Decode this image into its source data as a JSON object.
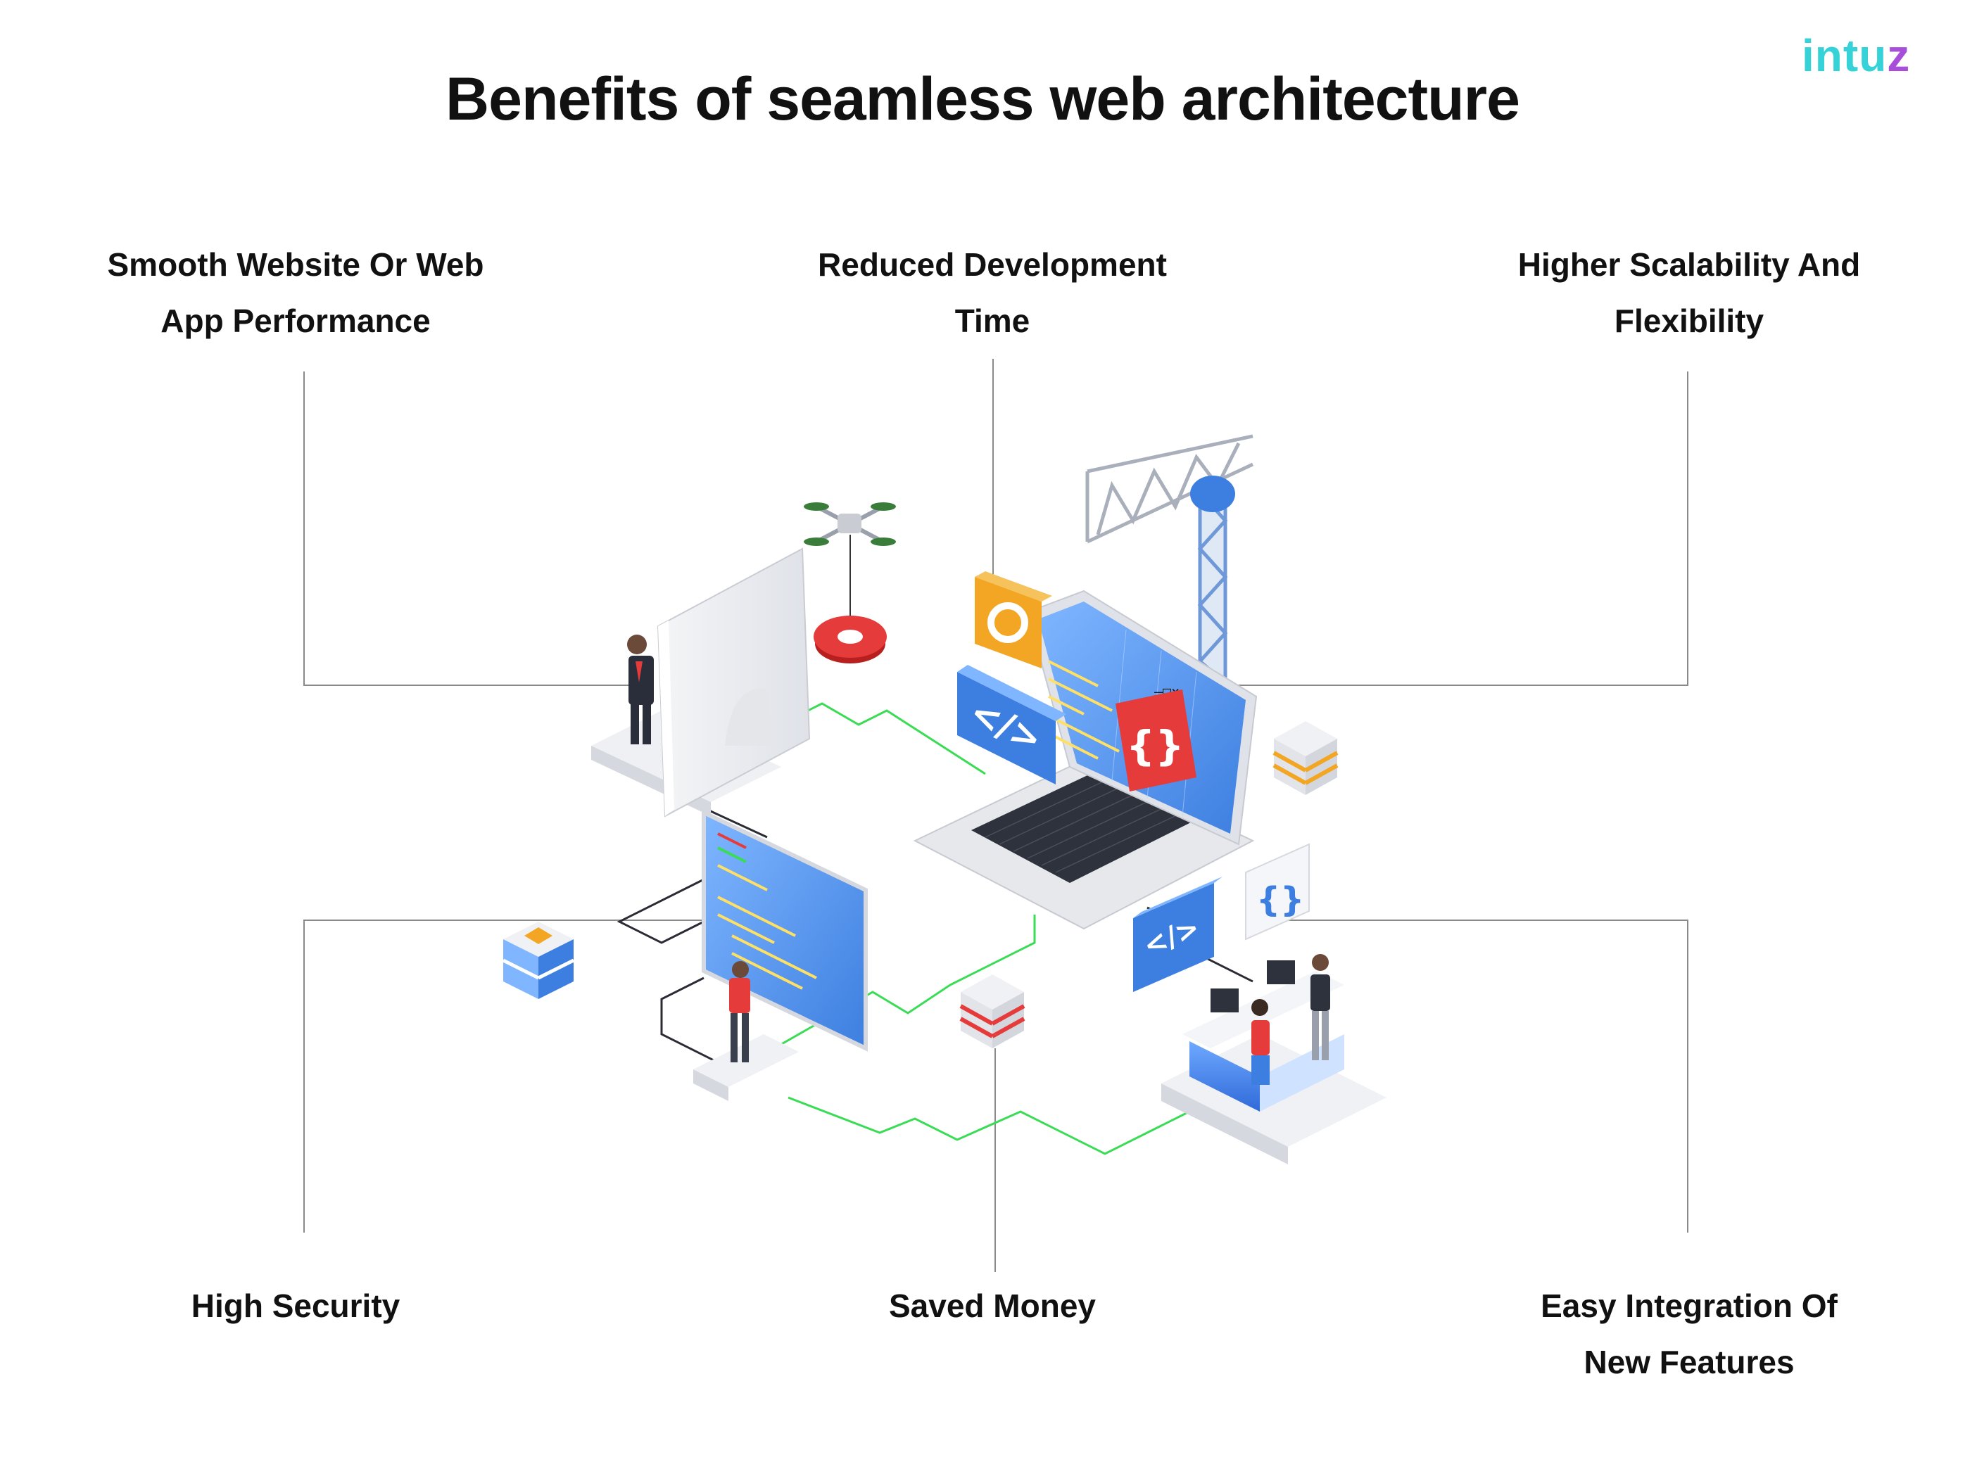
{
  "title": "Benefits of seamless web architecture",
  "brand": {
    "logo_main": "intu",
    "logo_accent": "z"
  },
  "benefits": [
    {
      "label": "Smooth Website Or Web\nApp Performance"
    },
    {
      "label": "Reduced Development\nTime"
    },
    {
      "label": "Higher Scalability And\nFlexibility"
    },
    {
      "label": "High Security"
    },
    {
      "label": "Saved Money"
    },
    {
      "label": "Easy Integration Of\nNew Features"
    }
  ],
  "illustration": {
    "code_tag_glyph": "</>",
    "braces_glyph": "{}",
    "window_controls": "—□×"
  },
  "colors": {
    "accent_green": "#3bdc55",
    "logo_cyan": "#35d3d8",
    "logo_purple": "#a84fd9",
    "screen_blue": "#4a8fe8",
    "alert_red": "#e53b3b",
    "tag_orange": "#f2a623",
    "connector_gray": "#8a8a8a"
  }
}
